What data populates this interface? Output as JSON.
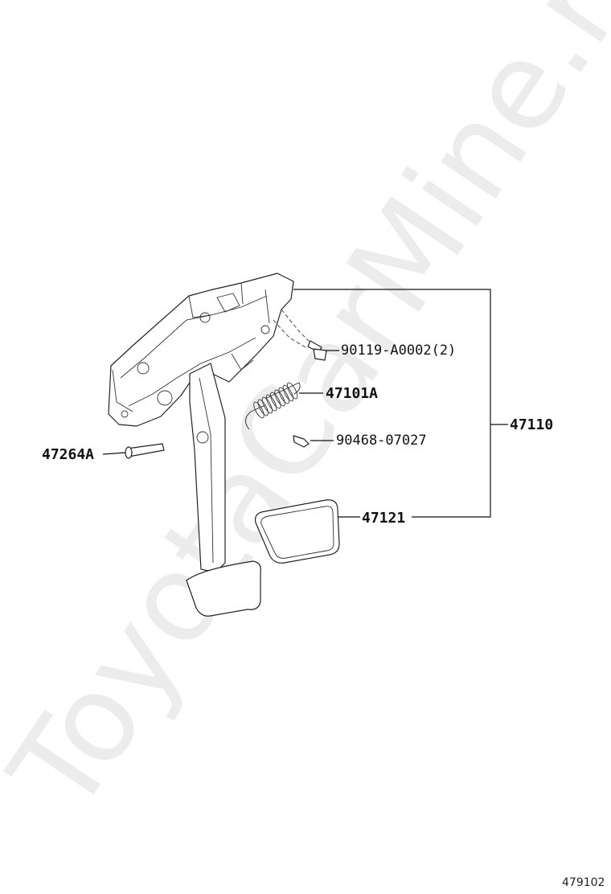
{
  "watermark": "ToyotaCarMine.ru",
  "figure_number": "479102",
  "labels": {
    "bolt": "90119-A0002(2)",
    "spring": "47101A",
    "assembly": "47110",
    "pin": "47264A",
    "clip": "90468-07027",
    "pad": "47121"
  },
  "colors": {
    "line": "#111111",
    "watermark": "#ececec",
    "background": "#ffffff"
  }
}
